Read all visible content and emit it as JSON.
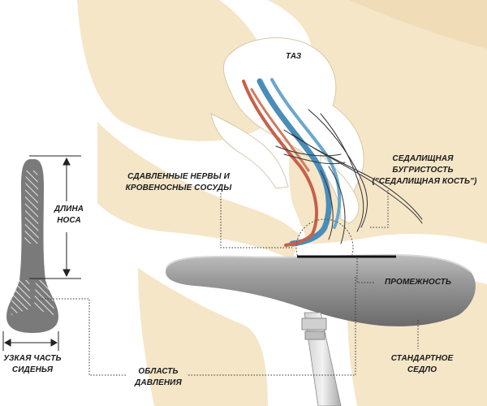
{
  "labels": {
    "pelvis": "ТАЗ",
    "compressed_line1": "СДАВЛЕННЫЕ НЕРВЫ И",
    "compressed_line2": "КРОВЕНОСНЫЕ СОСУДЫ",
    "ischial_line1": "СЕДАЛИЩНАЯ",
    "ischial_line2": "БУГРИСТОСТЬ",
    "ischial_line3": "(\"СЕДАЛИЩНАЯ КОСТЬ\")",
    "nose_line1": "ДЛИНА",
    "nose_line2": "НОСА",
    "perineum": "ПРОМЕЖНОСТЬ",
    "narrow_line1": "УЗКАЯ ЧАСТЬ",
    "narrow_line2": "СИДЕНЬЯ",
    "pressure_line1": "ОБЛАСТЬ",
    "pressure_line2": "ДАВЛЕНИЯ",
    "standard_line1": "СТАНДАРТНОЕ",
    "standard_line2": "СЕДЛО"
  },
  "colors": {
    "skin": "#f5e6c8",
    "bone": "#ffffff",
    "nerve_blue": "#4a8db8",
    "vessel_red": "#c8604a",
    "saddle": "#8e8e8e",
    "saddle_dark": "#6e6e6e",
    "ink": "#1a1a1a"
  }
}
